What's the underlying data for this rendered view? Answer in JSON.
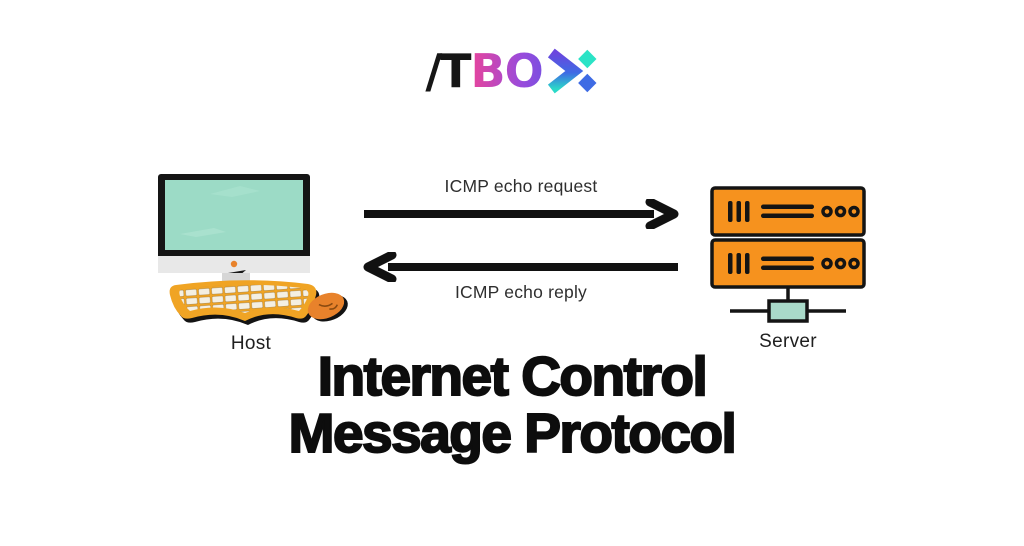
{
  "brand": {
    "name": "ITBOX",
    "it_text": "/T",
    "bo_text": "BO",
    "x_glyph": "X"
  },
  "diagram": {
    "host_label": "Host",
    "server_label": "Server",
    "request_arrow_label": "ICMP echo request",
    "reply_arrow_label": "ICMP echo reply",
    "flow": [
      {
        "from": "Host",
        "to": "Server",
        "message": "ICMP echo request",
        "direction": "right"
      },
      {
        "from": "Server",
        "to": "Host",
        "message": "ICMP echo reply",
        "direction": "left"
      }
    ]
  },
  "title": {
    "line1": "Internet Control",
    "line2": "Message Protocol"
  },
  "icons": {
    "host": "desktop-computer-icon",
    "server": "server-rack-icon",
    "request": "arrow-right-icon",
    "reply": "arrow-left-icon",
    "logo_x": "logo-x-icon"
  },
  "colors": {
    "background": "#FFFFFF",
    "ink": "#141414",
    "server_orange": "#F6921E",
    "keyboard_orange": "#F0A424",
    "mouse_orange": "#E8822B",
    "screen_mint": "#9CDBC6",
    "connector_mint": "#A9DAC9",
    "monitor_gray": "#E8E8E8",
    "logo_black": "#161616",
    "logo_pink": "#E8449B",
    "logo_purple": "#7B4FE0",
    "logo_blue": "#3E6BE4",
    "logo_teal": "#2BE3C6"
  }
}
